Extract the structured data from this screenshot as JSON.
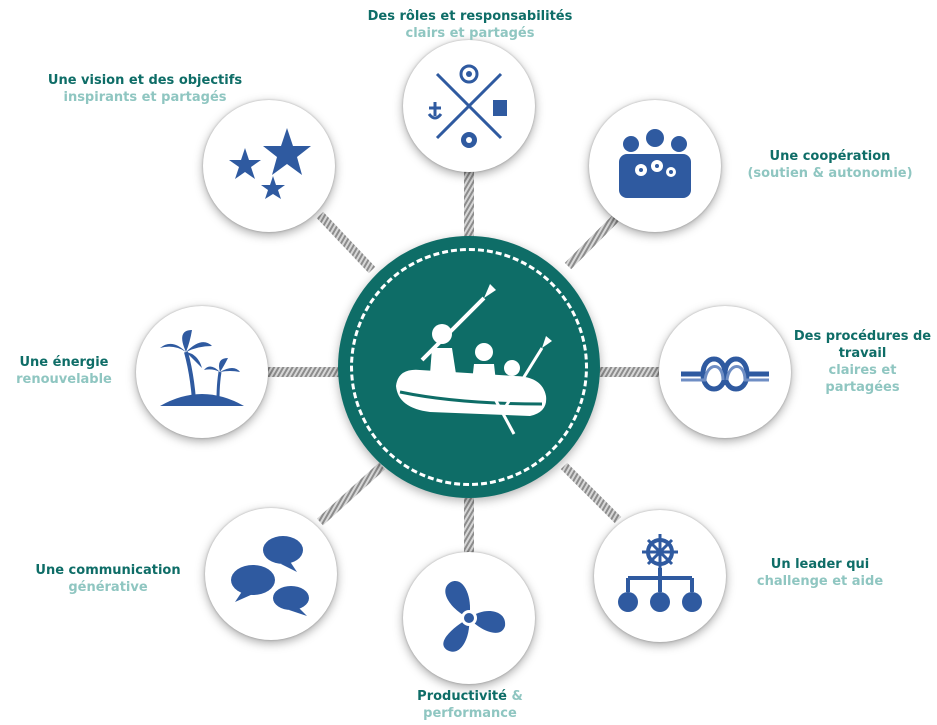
{
  "hub": {
    "icon": "rafting-icon",
    "color": "#0e6d67"
  },
  "colors": {
    "primary": "#0e6d67",
    "secondary": "#8fc6c1",
    "icon": "#2f5aa0",
    "rope": "#9a9a9a"
  },
  "nodes": [
    {
      "id": "roles",
      "icon": "compass-cross-icon",
      "line1": "Des rôles et responsabilités",
      "line2": "clairs et partagés"
    },
    {
      "id": "cooperation",
      "icon": "team-gears-icon",
      "line1": "Une coopération",
      "line2": "(soutien & autonomie)"
    },
    {
      "id": "procedures",
      "icon": "knot-icon",
      "line1": "Des procédures de travail",
      "line2": "claires et partagées"
    },
    {
      "id": "leader",
      "icon": "helm-hierarchy-icon",
      "line1": "Un leader qui",
      "line2": "challenge et aide"
    },
    {
      "id": "productivity",
      "icon": "propeller-icon",
      "line1": "Productivité",
      "amp": "&",
      "line2": "performance"
    },
    {
      "id": "communication",
      "icon": "speech-bubbles-icon",
      "line1": "Une communication",
      "line2": "générative"
    },
    {
      "id": "energy",
      "icon": "palm-island-icon",
      "line1": "Une énergie",
      "line2": "renouvelable"
    },
    {
      "id": "vision",
      "icon": "stars-icon",
      "line1": "Une vision et des objectifs",
      "line2": "inspirants et partagés"
    }
  ]
}
